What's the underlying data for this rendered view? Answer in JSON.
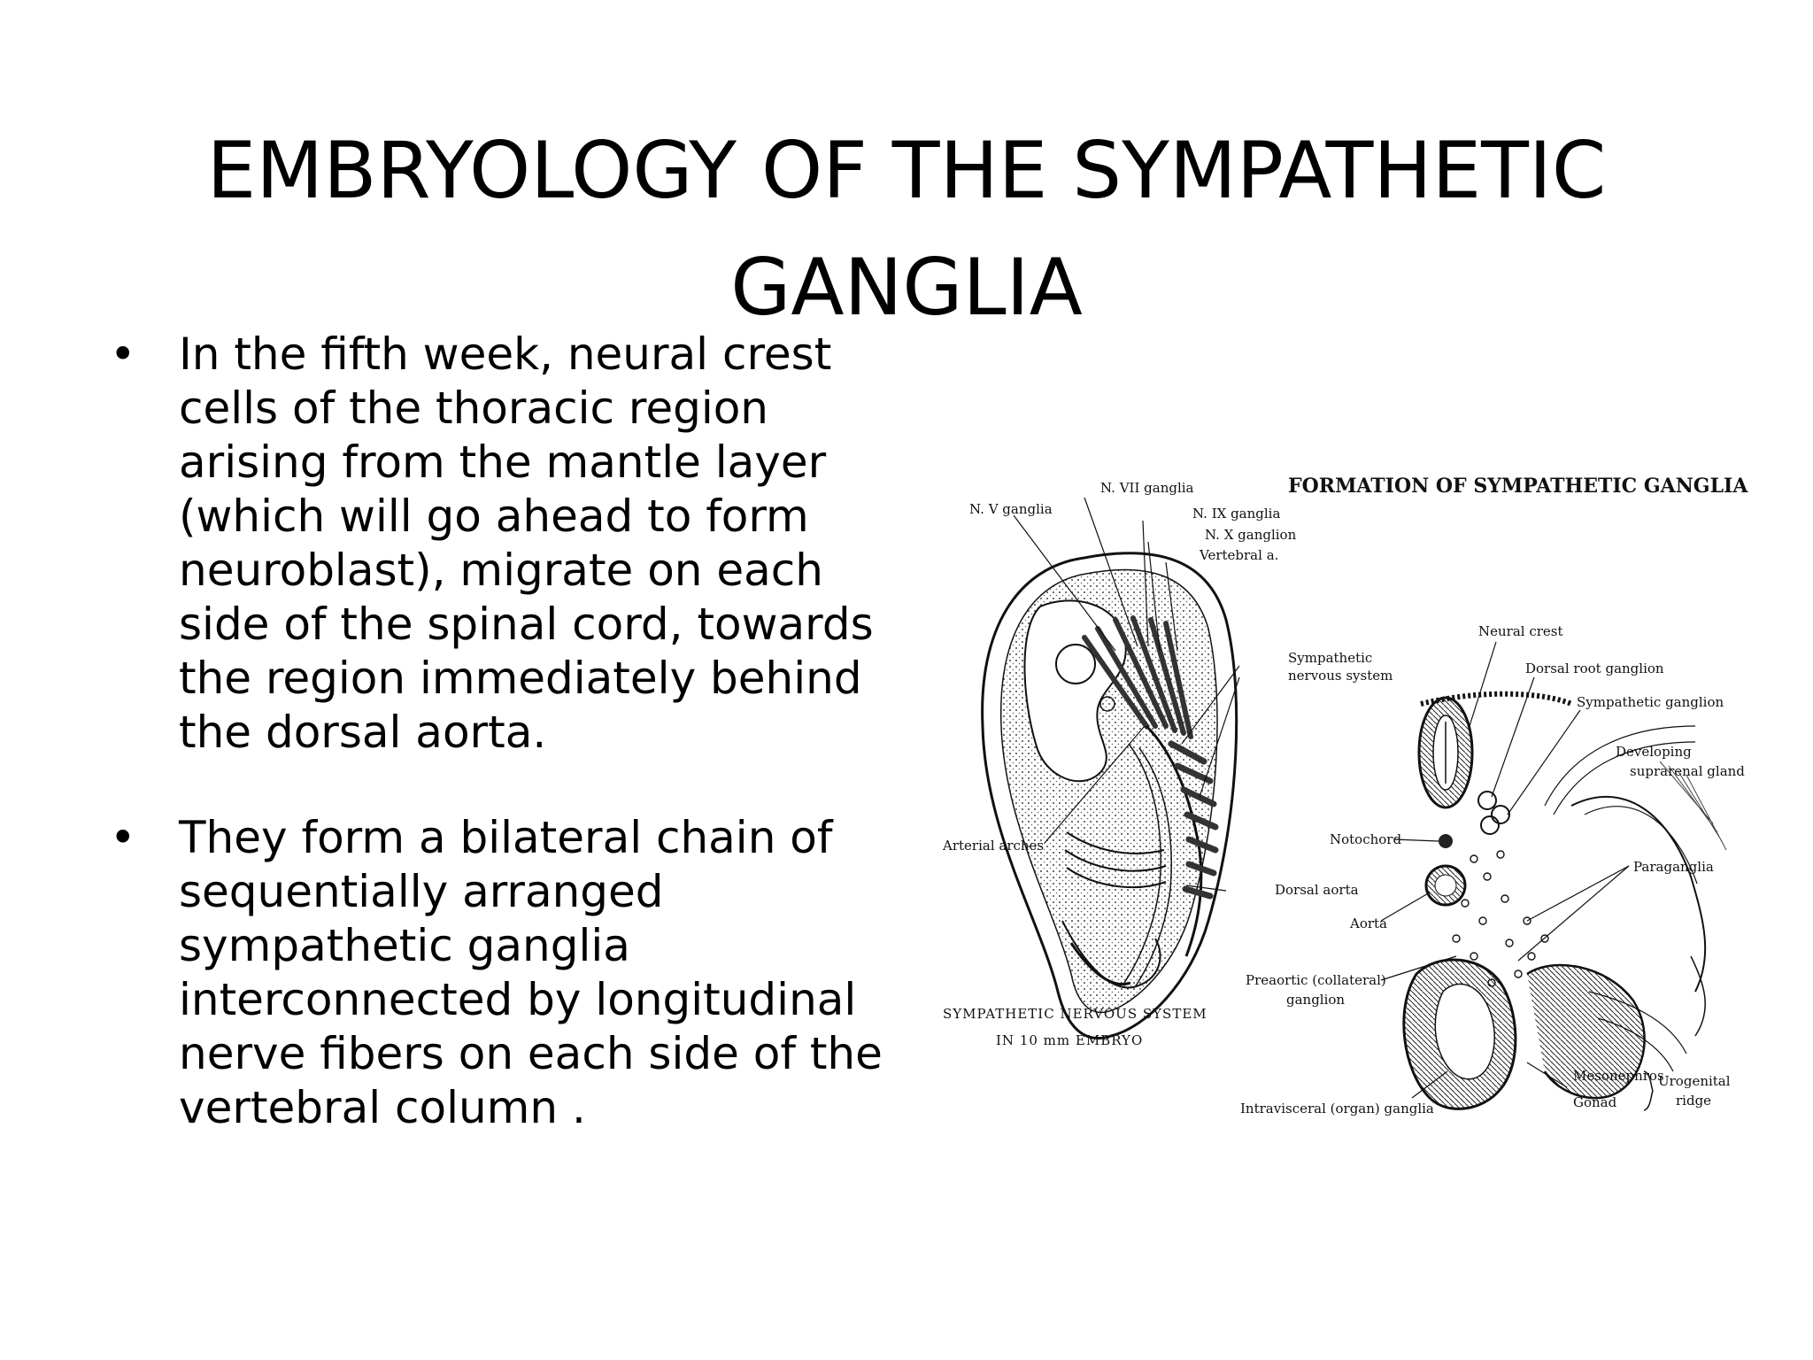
{
  "slide": {
    "title_lines": [
      "EMBRYOLOGY OF THE SYMPATHETIC",
      "GANGLIA"
    ],
    "bullets": [
      "In the fifth week, neural crest cells of the thoracic region arising from the mantle layer (which will go ahead to form neuroblast), migrate on each side of the spinal cord, towards the region immediately behind the dorsal aorta.",
      "They form a bilateral chain of sequentially arranged sympathetic ganglia interconnected by longitudinal nerve fibers on each side of the vertebral column ."
    ]
  },
  "figure": {
    "heading": "FORMATION OF SYMPATHETIC GANGLIA",
    "embryo_caption": [
      "SYMPATHETIC NERVOUS SYSTEM",
      "IN 10 mm EMBRYO"
    ],
    "labels": {
      "n_vii_ganglia": "N. VII ganglia",
      "n_v_ganglia": "N. V ganglia",
      "n_ix_ganglia": "N. IX ganglia",
      "n_x_ganglion": "N. X ganglion",
      "vertebral_a": "Vertebral a.",
      "sympathetic_ns_1": "Sympathetic",
      "sympathetic_ns_2": "nervous system",
      "arterial_arches": "Arterial arches",
      "dorsal_aorta": "Dorsal aorta",
      "neural_crest": "Neural crest",
      "dorsal_root_ganglion": "Dorsal root ganglion",
      "sympathetic_ganglion": "Sympathetic ganglion",
      "developing_1": "Developing",
      "developing_2": "suprarenal gland",
      "notochord": "Notochord",
      "paraganglia": "Paraganglia",
      "aorta": "Aorta",
      "preaortic_1": "Preaortic (collateral)",
      "preaortic_2": "ganglion",
      "mesonephros": "Mesonephros",
      "gonad": "Gonad",
      "urogenital_1": "Urogenital",
      "urogenital_2": "ridge",
      "intravisceral": "Intravisceral (organ) ganglia"
    }
  }
}
